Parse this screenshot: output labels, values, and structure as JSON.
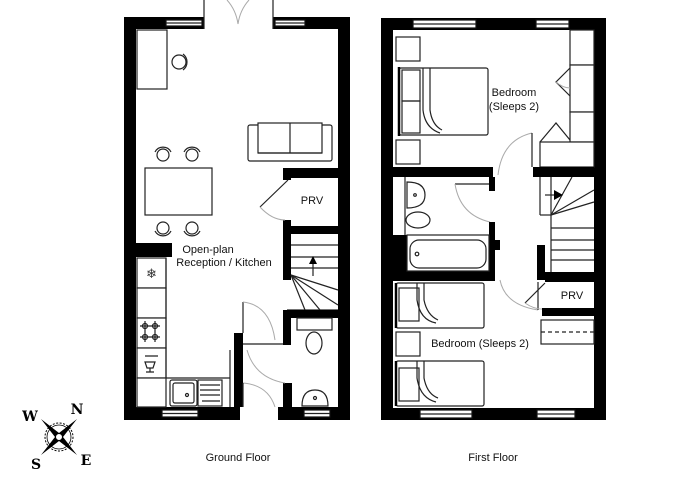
{
  "plans": {
    "ground_floor": {
      "caption": "Ground Floor",
      "rooms": {
        "reception_kitchen_line1": "Open-plan",
        "reception_kitchen_line2": "Reception / Kitchen",
        "prv": "PRV"
      },
      "fixtures": [
        "desk-chair",
        "sofa",
        "dining-table",
        "dining-chairs",
        "fridge",
        "hob",
        "oven",
        "sink",
        "stairs",
        "wc",
        "basin",
        "patio-doors",
        "front-door"
      ]
    },
    "first_floor": {
      "caption": "First Floor",
      "rooms": {
        "bedroom1_line1": "Bedroom",
        "bedroom1_line2": "(Sleeps 2)",
        "bedroom2": "Bedroom (Sleeps 2)",
        "prv": "PRV"
      },
      "fixtures": [
        "double-bed",
        "bedside-tables",
        "wardrobe",
        "bathtub",
        "wc",
        "basin",
        "stairs",
        "twin-beds",
        "radiator-shelf"
      ]
    }
  },
  "compass": {
    "n": "N",
    "e": "E",
    "s": "S",
    "w": "W"
  }
}
